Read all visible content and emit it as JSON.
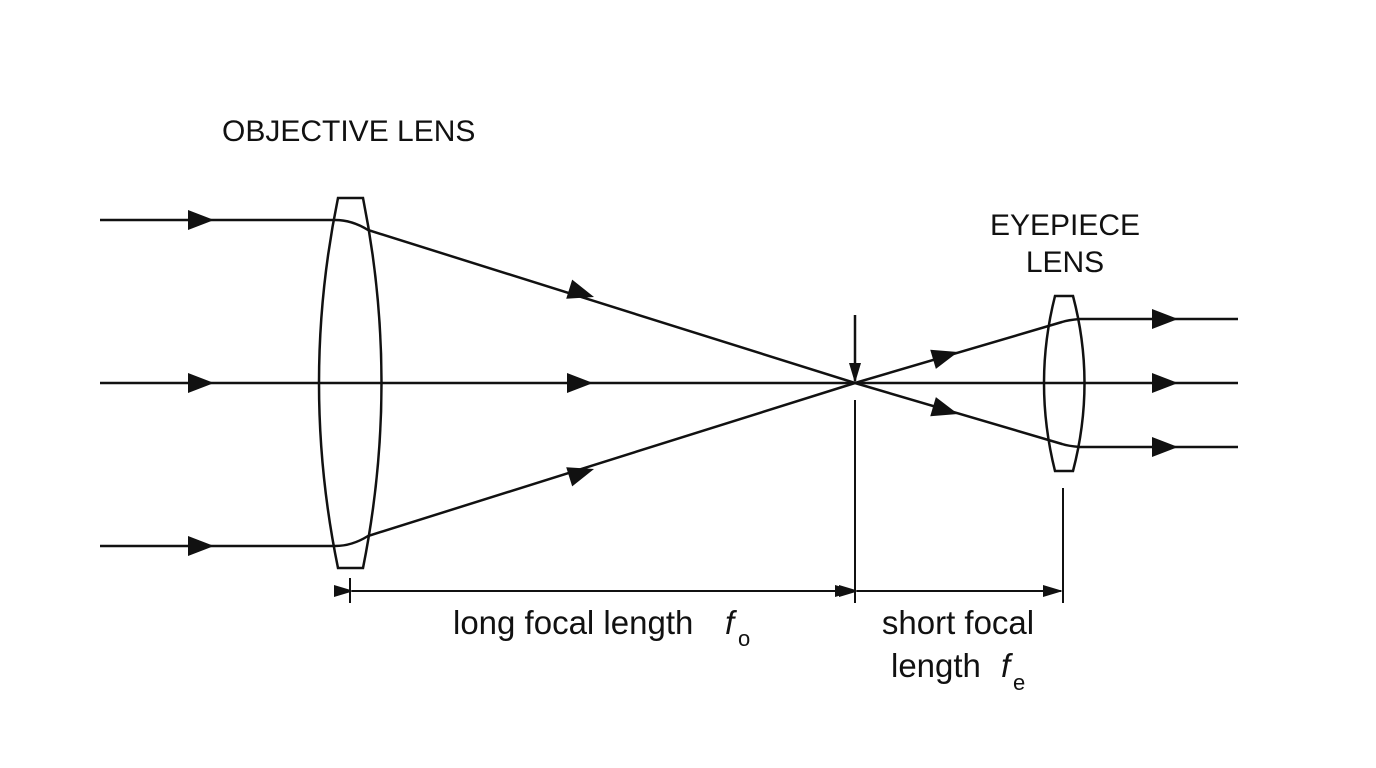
{
  "labels": {
    "objective": "OBJECTIVE LENS",
    "eyepiece_line1": "EYEPIECE",
    "eyepiece_line2": "LENS",
    "long_focal": "long focal length",
    "long_focal_symbol": "f",
    "long_focal_subscript": "o",
    "short_focal_line1": "short focal",
    "short_focal_line2": "length",
    "short_focal_symbol": "f",
    "short_focal_subscript": "e"
  },
  "colors": {
    "ink": "#111111",
    "background": "#ffffff"
  }
}
